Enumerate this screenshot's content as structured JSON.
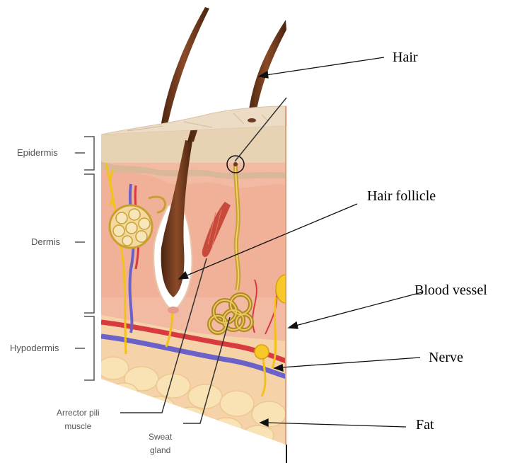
{
  "diagram": {
    "layers": {
      "epidermis": "Epidermis",
      "dermis": "Dermis",
      "hypodermis": "Hypodermis"
    },
    "structures": {
      "arrector_line1": "Arrector pili",
      "arrector_line2": "muscle",
      "sweat_line1": "Sweat",
      "sweat_line2": "gland"
    },
    "callouts": {
      "hair": "Hair",
      "hair_follicle": "Hair follicle",
      "blood_vessel": "Blood vessel",
      "nerve": "Nerve",
      "fat": "Fat"
    }
  },
  "colors": {
    "epidermis": "#e8d2b4",
    "dermis": "#f0b8a0",
    "hypodermis": "#f8e0b0",
    "hair": "#6b3a22",
    "gland": "#c8a030",
    "artery": "#d83a40",
    "vein": "#6a62c8",
    "nerve": "#f2c21a"
  }
}
